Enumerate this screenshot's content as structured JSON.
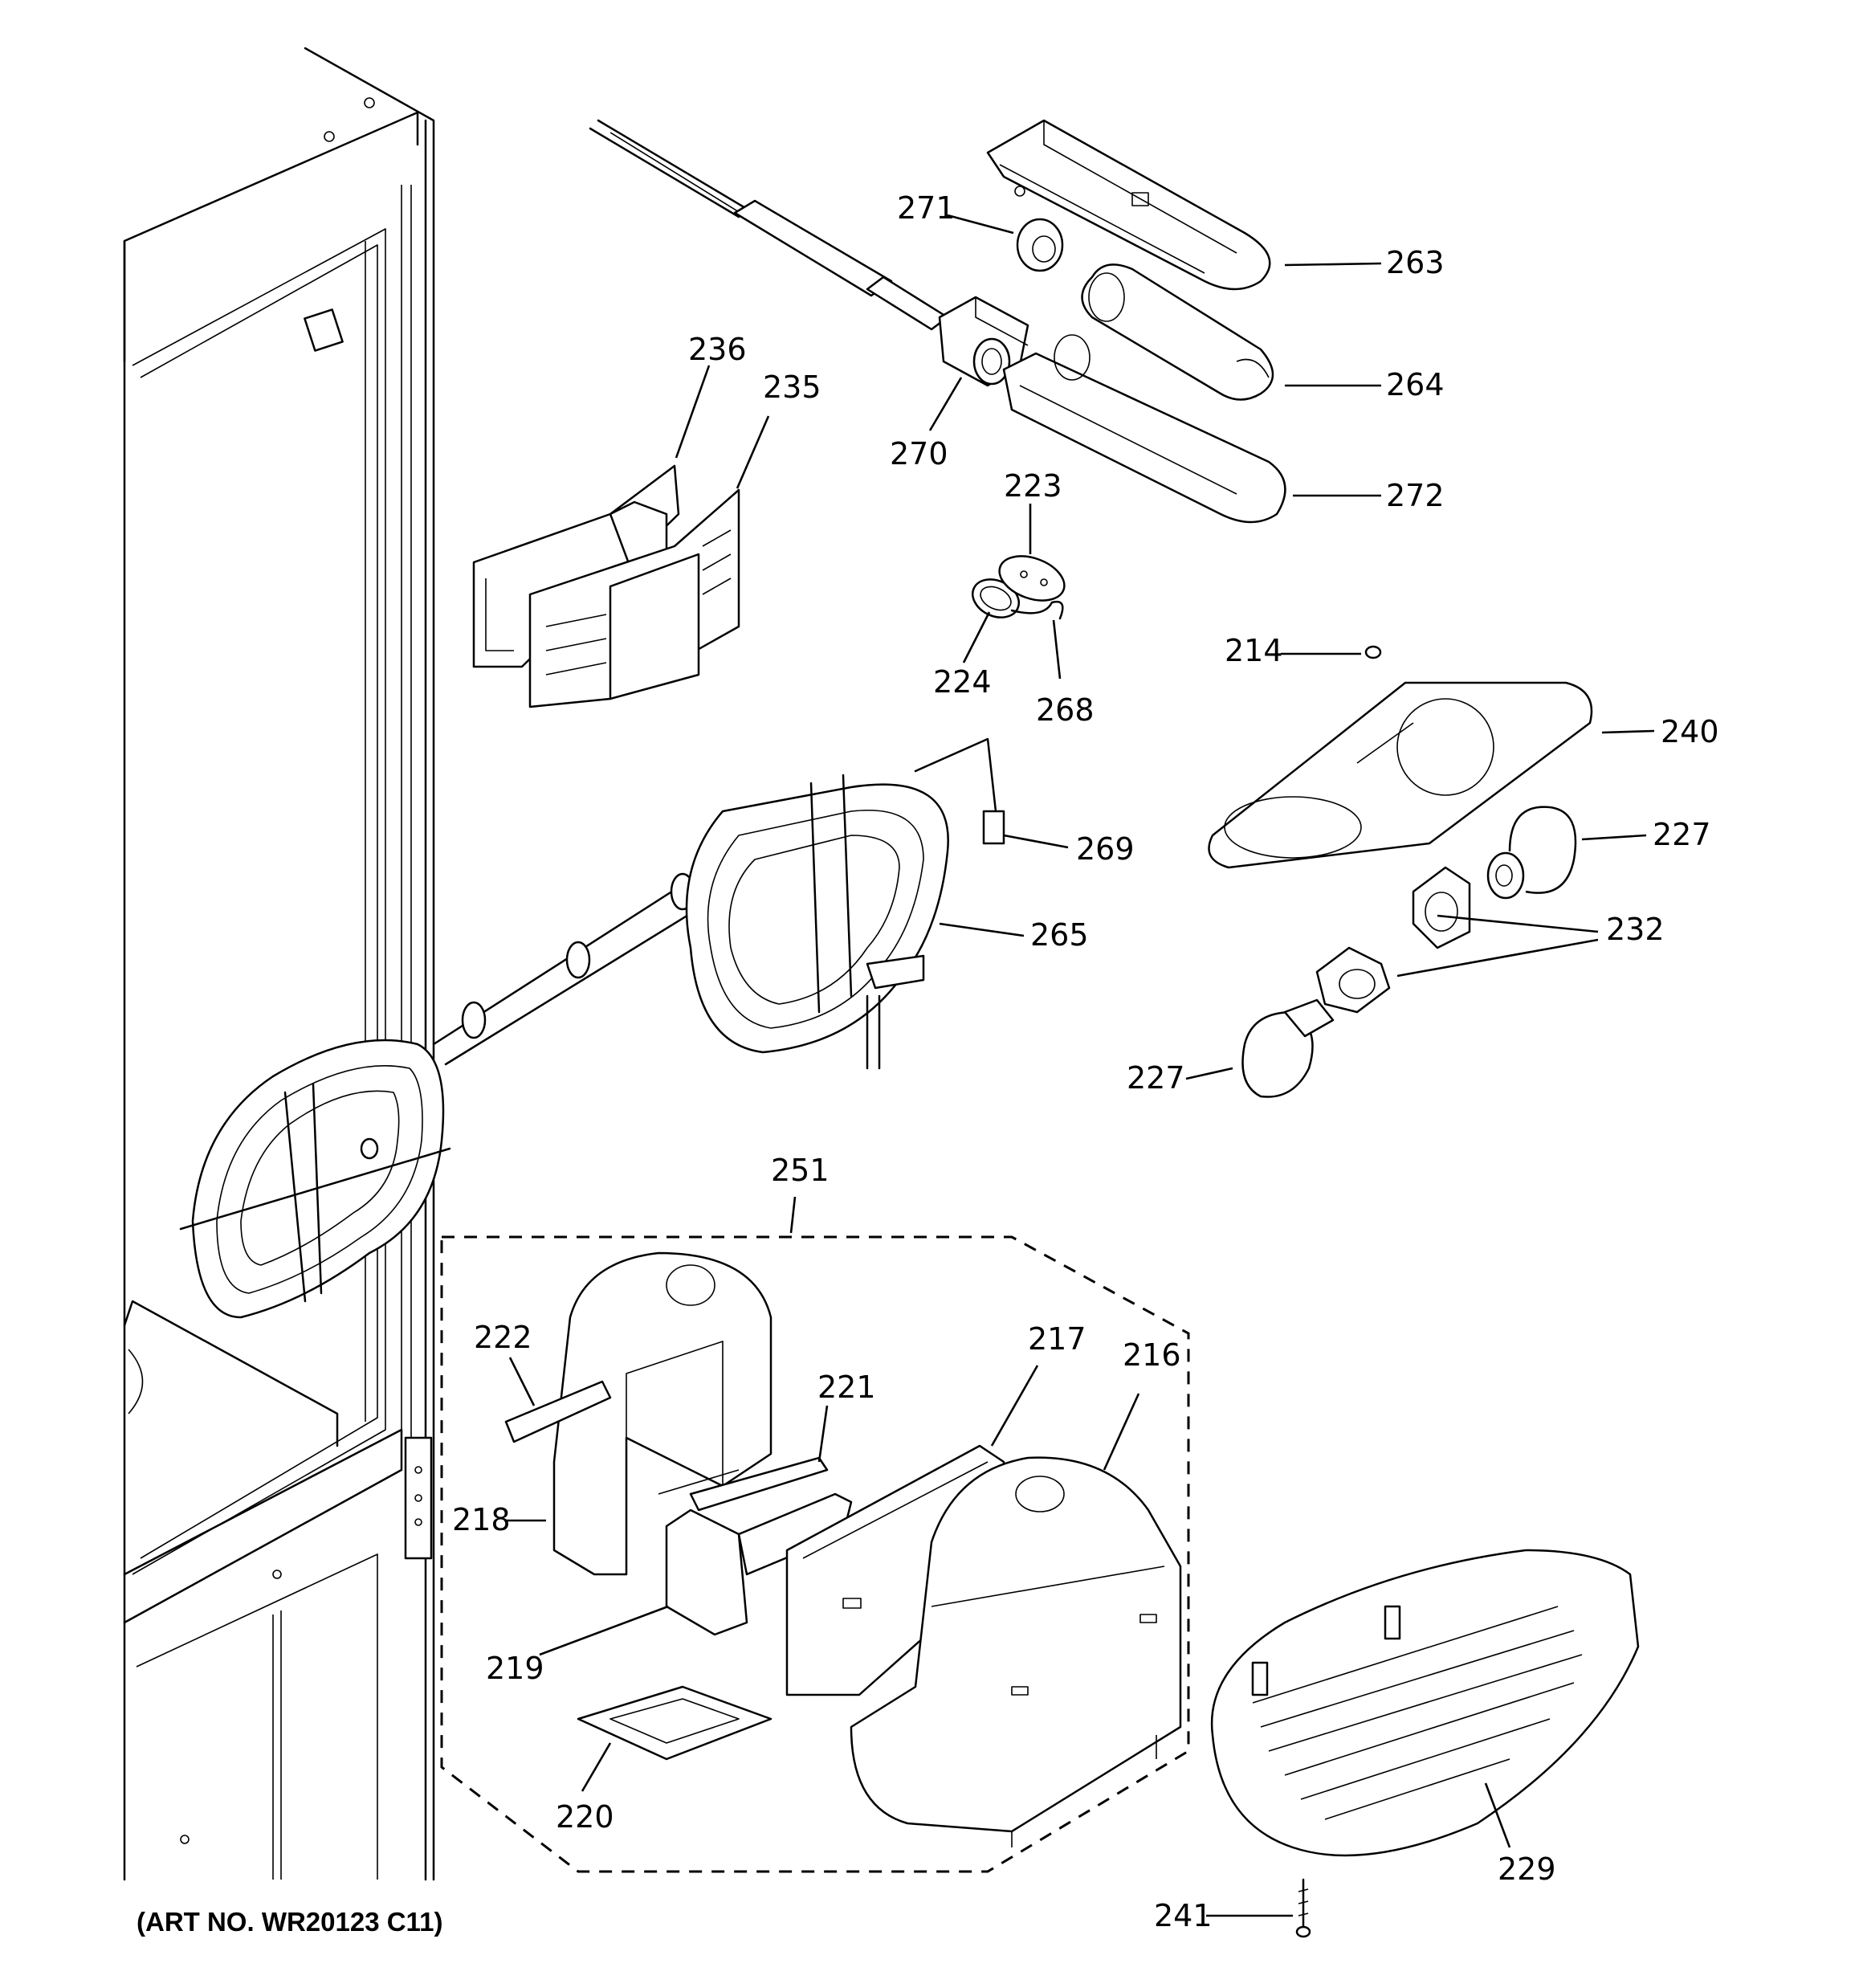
{
  "art_number": "(ART NO. WR20123 C11)",
  "callouts": {
    "p271": "271",
    "p263": "263",
    "p264": "264",
    "p272": "272",
    "p270": "270",
    "p236": "236",
    "p235": "235",
    "p223": "223",
    "p224": "224",
    "p268": "268",
    "p214": "214",
    "p240": "240",
    "p227a": "227",
    "p269": "269",
    "p265": "265",
    "p232": "232",
    "p227b": "227",
    "p251": "251",
    "p222": "222",
    "p221": "221",
    "p217": "217",
    "p216": "216",
    "p218": "218",
    "p219": "219",
    "p220": "220",
    "p229": "229",
    "p241": "241"
  }
}
